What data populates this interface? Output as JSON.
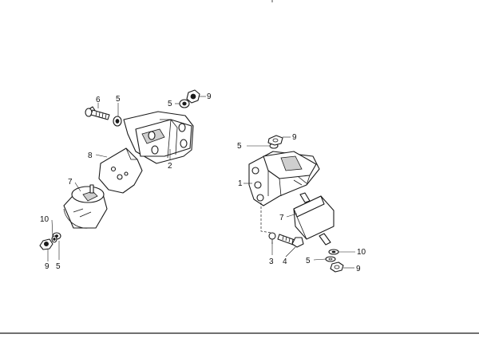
{
  "callouts": {
    "left_6": "6",
    "left_5_bolt": "5",
    "left_5_top": "5",
    "left_9_top": "9",
    "left_8": "8",
    "left_2": "2",
    "left_7": "7",
    "left_10": "10",
    "left_9_bottom": "9",
    "left_5_bottom": "5",
    "right_5_top": "5",
    "right_9_top": "9",
    "right_1": "1",
    "right_7": "7",
    "right_3": "3",
    "right_4": "4",
    "right_10": "10",
    "right_5_bottom": "5",
    "right_9_bottom": "9"
  }
}
